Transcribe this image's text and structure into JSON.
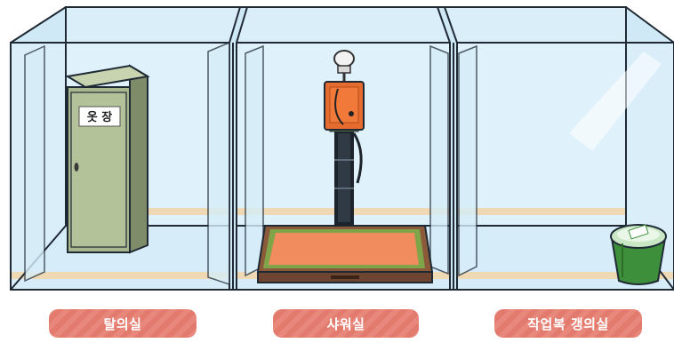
{
  "rooms": [
    {
      "label": "탈의실"
    },
    {
      "label": "샤워실"
    },
    {
      "label": "작업복 갱의실"
    }
  ],
  "locker": {
    "sign": "옷 장"
  },
  "icons": [
    "locker",
    "shower-head",
    "shower-mat",
    "green-bucket"
  ],
  "colors": {
    "glass": "#d8eefa",
    "frame": "#1f2a35",
    "locker": "#aab890",
    "label_bg": "#e8877b",
    "mat": "#f08c5e",
    "mat_border": "#8a5a3b",
    "bucket": "#3e8f3b",
    "shower_body": "#e66b2e"
  }
}
